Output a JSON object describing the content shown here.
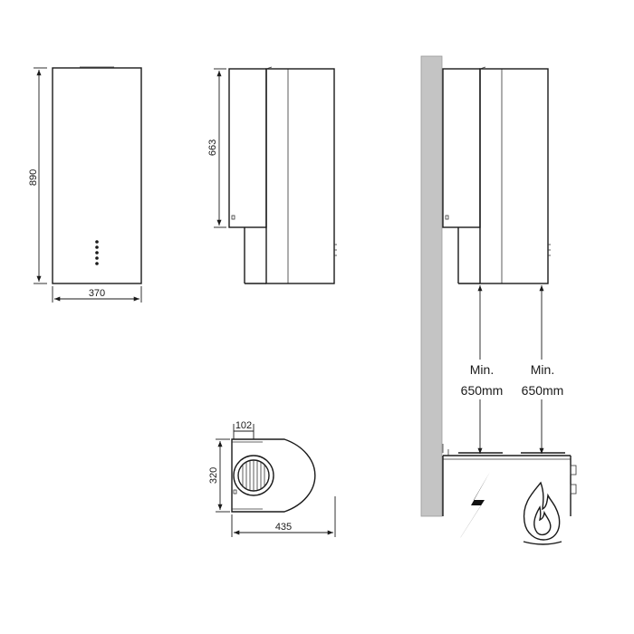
{
  "front_view": {
    "height_label": "890",
    "width_label": "370"
  },
  "side_view": {
    "height_label": "663"
  },
  "top_view": {
    "duct_label": "102",
    "depth_label": "320",
    "width_label": "435"
  },
  "installation": {
    "electric_clearance": {
      "line1": "Min.",
      "line2": "650mm"
    },
    "gas_clearance": {
      "line1": "Min.",
      "line2": "650mm"
    }
  },
  "icons": {
    "electric": "lightning-bolt-icon",
    "gas": "flame-icon"
  }
}
